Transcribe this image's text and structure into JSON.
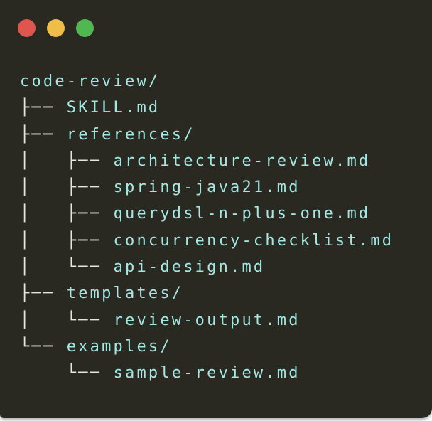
{
  "window": {
    "kind": "terminal",
    "background_color": "#292921",
    "traffic_lights": [
      {
        "name": "close",
        "color": "#e0564e"
      },
      {
        "name": "minimize",
        "color": "#f0bd48"
      },
      {
        "name": "zoom",
        "color": "#50b851"
      }
    ]
  },
  "colors": {
    "tree_branch": "#e8e5df",
    "tree_label": "#a3e8e2",
    "page_background": "#ffffff"
  },
  "file_tree": {
    "root": "code-review/",
    "rows": [
      {
        "prefix": "",
        "label": "code-review/",
        "type": "directory"
      },
      {
        "prefix": "├── ",
        "label": "SKILL.md",
        "type": "file"
      },
      {
        "prefix": "├── ",
        "label": "references/",
        "type": "directory"
      },
      {
        "prefix": "│   ├── ",
        "label": "architecture-review.md",
        "type": "file"
      },
      {
        "prefix": "│   ├── ",
        "label": "spring-java21.md",
        "type": "file"
      },
      {
        "prefix": "│   ├── ",
        "label": "querydsl-n-plus-one.md",
        "type": "file"
      },
      {
        "prefix": "│   ├── ",
        "label": "concurrency-checklist.md",
        "type": "file"
      },
      {
        "prefix": "│   └── ",
        "label": "api-design.md",
        "type": "file"
      },
      {
        "prefix": "├── ",
        "label": "templates/",
        "type": "directory"
      },
      {
        "prefix": "│   └── ",
        "label": "review-output.md",
        "type": "file"
      },
      {
        "prefix": "└── ",
        "label": "examples/",
        "type": "directory"
      },
      {
        "prefix": "    └── ",
        "label": "sample-review.md",
        "type": "file"
      }
    ]
  }
}
